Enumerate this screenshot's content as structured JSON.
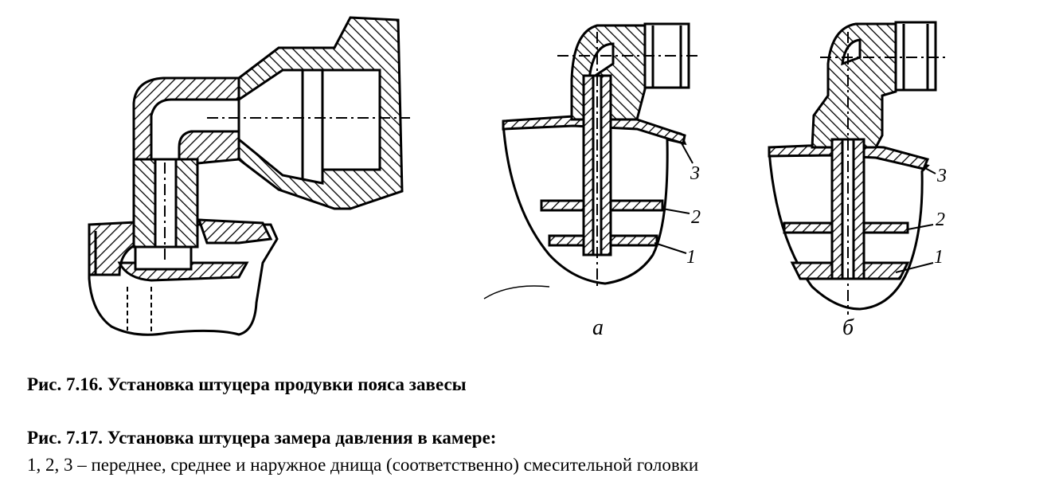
{
  "figure_labels": {
    "part_label_1": "1",
    "part_label_2": "2",
    "part_label_3": "3",
    "sub_a": "а",
    "sub_b": "б"
  },
  "captions": {
    "fig716": "Рис. 7.16. Установка штуцера продувки пояса завесы",
    "fig717_title": "Рис. 7.17. Установка штуцера замера давления в камере:",
    "fig717_legend": "1, 2, 3 – переднее, среднее и наружное днища (соответственно) смесительной головки"
  }
}
